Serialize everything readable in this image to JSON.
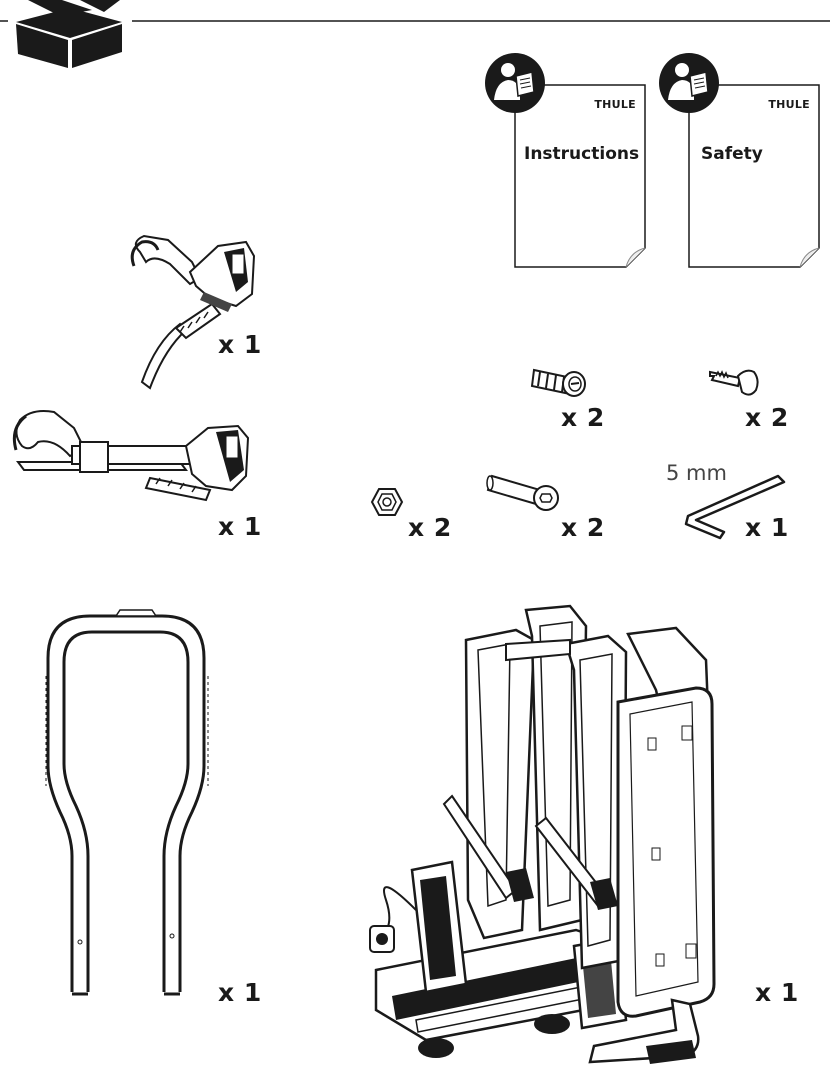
{
  "documents": [
    {
      "brand": "THULE",
      "title": "Instructions"
    },
    {
      "brand": "THULE",
      "title": "Safety"
    }
  ],
  "parts": {
    "frame_holder_short_qty": "x 1",
    "frame_holder_long_qty": "x 1",
    "lock_cylinder_qty": "x 2",
    "key_qty": "x 2",
    "nut_qty": "x 2",
    "bolt_qty": "x 2",
    "hex_key_qty": "x 1",
    "hex_key_size": "5 mm",
    "loop_frame_qty": "x 1",
    "carrier_qty": "x 1"
  },
  "icons": {
    "box": "package-box-icon",
    "read_manual": "read-manual-icon"
  },
  "colors": {
    "ink": "#1a1a1a",
    "background": "#ffffff"
  }
}
